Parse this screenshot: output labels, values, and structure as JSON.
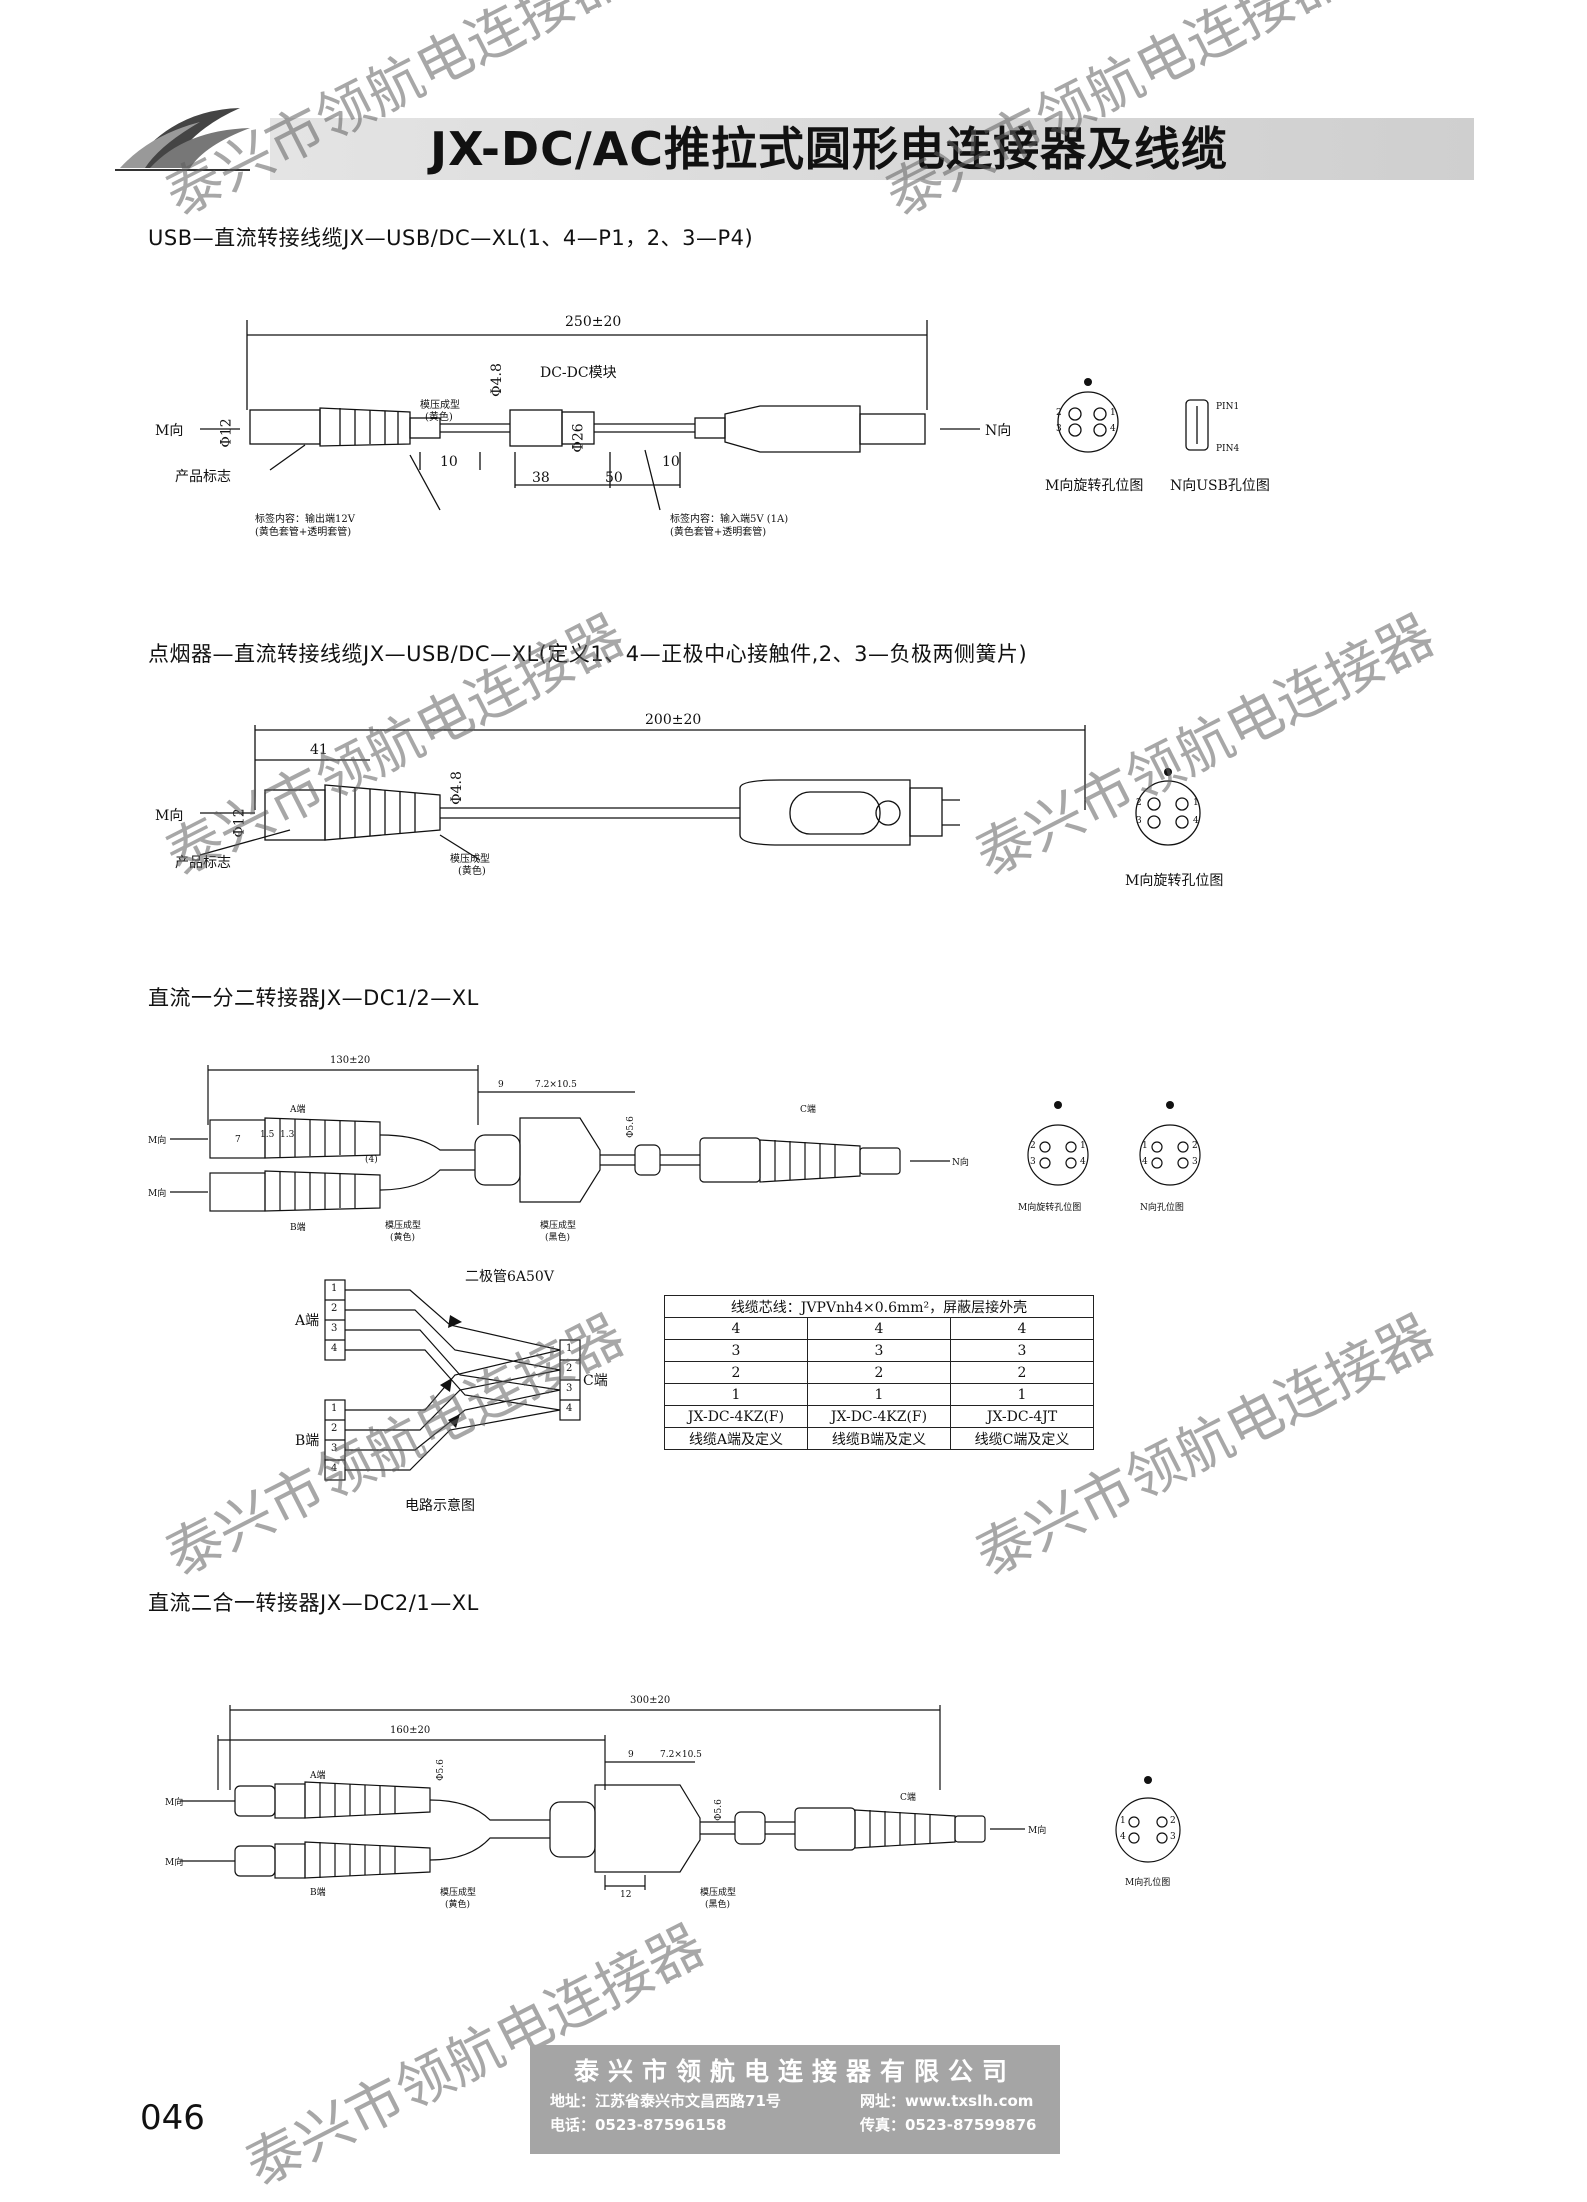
{
  "header": {
    "title": "JX-DC/AC推拉式圆形电连接器及线缆"
  },
  "sections": [
    {
      "title": "USB—直流转接线缆JX—USB/DC—XL(1、4—P1，2、3—P4)",
      "labels": {
        "length": "250±20",
        "module": "DC-DC模块",
        "dia_cable": "Φ4.8",
        "dia_plug": "Φ12",
        "dia_module": "Φ26",
        "dim_10a": "10",
        "dim_38": "38",
        "dim_50": "50",
        "dim_10b": "10",
        "m_dir": "M向",
        "n_dir": "N向",
        "product_mark": "产品标志",
        "overmold": "模压成型",
        "overmold_color": "(黄色)",
        "label_out_1": "标签内容：输出端12V",
        "label_out_2": "(黄色套管+透明套管)",
        "label_in_1": "标签内容：输入端5V (1A)",
        "label_in_2": "(黄色套管+透明套管)",
        "m_caption": "M向旋转孔位图",
        "n_caption": "N向USB孔位图",
        "pin1": "PIN1",
        "pin4": "PIN4",
        "pins": [
          "2",
          "1",
          "3",
          "4"
        ]
      }
    },
    {
      "title": "点烟器—直流转接线缆JX—USB/DC—XL(定义1、4—正极中心接触件,2、3—负极两侧簧片)",
      "labels": {
        "length": "200±20",
        "dim_41": "41",
        "dia_cable": "Φ4.8",
        "dia_plug": "Φ12",
        "m_dir": "M向",
        "product_mark": "产品标志",
        "overmold": "模压成型",
        "overmold_color": "(黄色)",
        "m_caption": "M向旋转孔位图",
        "pins": [
          "2",
          "1",
          "3",
          "4"
        ]
      }
    },
    {
      "title": "直流一分二转接器JX—DC1/2—XL",
      "labels": {
        "length": "130±20",
        "dim_9": "9",
        "dim_72": "7.2×10.5",
        "dia": "Φ5.6",
        "end_a": "A端",
        "end_b": "B端",
        "end_c": "C端",
        "m_dir_a": "M向",
        "m_dir_b": "M向",
        "n_dir": "N向",
        "dim_7": "7",
        "dim_15": "1.5",
        "dim_13": "1.3",
        "dim_4": "(4)",
        "overmold_y": "模压成型",
        "overmold_y_color": "(黄色)",
        "overmold_k": "模压成型",
        "overmold_k_color": "(黑色)",
        "m_caption": "M向旋转孔位图",
        "n_caption": "N向孔位图",
        "m_pins": [
          "2",
          "1",
          "3",
          "4"
        ],
        "n_pins": [
          "1",
          "2",
          "4",
          "3"
        ]
      },
      "circuit": {
        "diode": "二极管6A50V",
        "end_a": "A端",
        "end_b": "B端",
        "end_c": "C端",
        "caption": "电路示意图",
        "a_pins": [
          "1",
          "2",
          "3",
          "4"
        ],
        "b_pins": [
          "1",
          "2",
          "3",
          "4"
        ],
        "c_pins": [
          "1",
          "2",
          "3",
          "4"
        ]
      },
      "core_table": {
        "header": "线缆芯线：JVPVnh4×0.6mm²，屏蔽层接外壳",
        "rows": [
          [
            "4",
            "4",
            "4"
          ],
          [
            "3",
            "3",
            "3"
          ],
          [
            "2",
            "2",
            "2"
          ],
          [
            "1",
            "1",
            "1"
          ],
          [
            "JX-DC-4KZ(F)",
            "JX-DC-4KZ(F)",
            "JX-DC-4JT"
          ],
          [
            "线缆A端及定义",
            "线缆B端及定义",
            "线缆C端及定义"
          ]
        ]
      }
    },
    {
      "title": "直流二合一转接器JX—DC2/1—XL",
      "labels": {
        "length": "300±20",
        "length_b": "160±20",
        "dim_9": "9",
        "dim_72": "7.2×10.5",
        "dia_a": "Φ5.6",
        "dia_c": "Φ5.6",
        "end_a": "A端",
        "end_b": "B端",
        "end_c": "C端",
        "m_dir_a": "M向",
        "m_dir_b": "M向",
        "m_dir_c": "M向",
        "dim_12": "12",
        "overmold_y": "模压成型",
        "overmold_y_color": "(黄色)",
        "overmold_k": "模压成型",
        "overmold_k_color": "(黑色)",
        "m_caption": "M向孔位图",
        "pins": [
          "1",
          "2",
          "4",
          "3"
        ]
      }
    }
  ],
  "footer": {
    "company": "泰兴市领航电连接器有限公司",
    "address": "地址：江苏省泰兴市文昌西路71号",
    "website": "网址：www.txslh.com",
    "phone": "电话：0523-87596158",
    "fax": "传真：0523-87599876"
  },
  "page_number": "046",
  "watermark": "泰兴市领航电连接器"
}
